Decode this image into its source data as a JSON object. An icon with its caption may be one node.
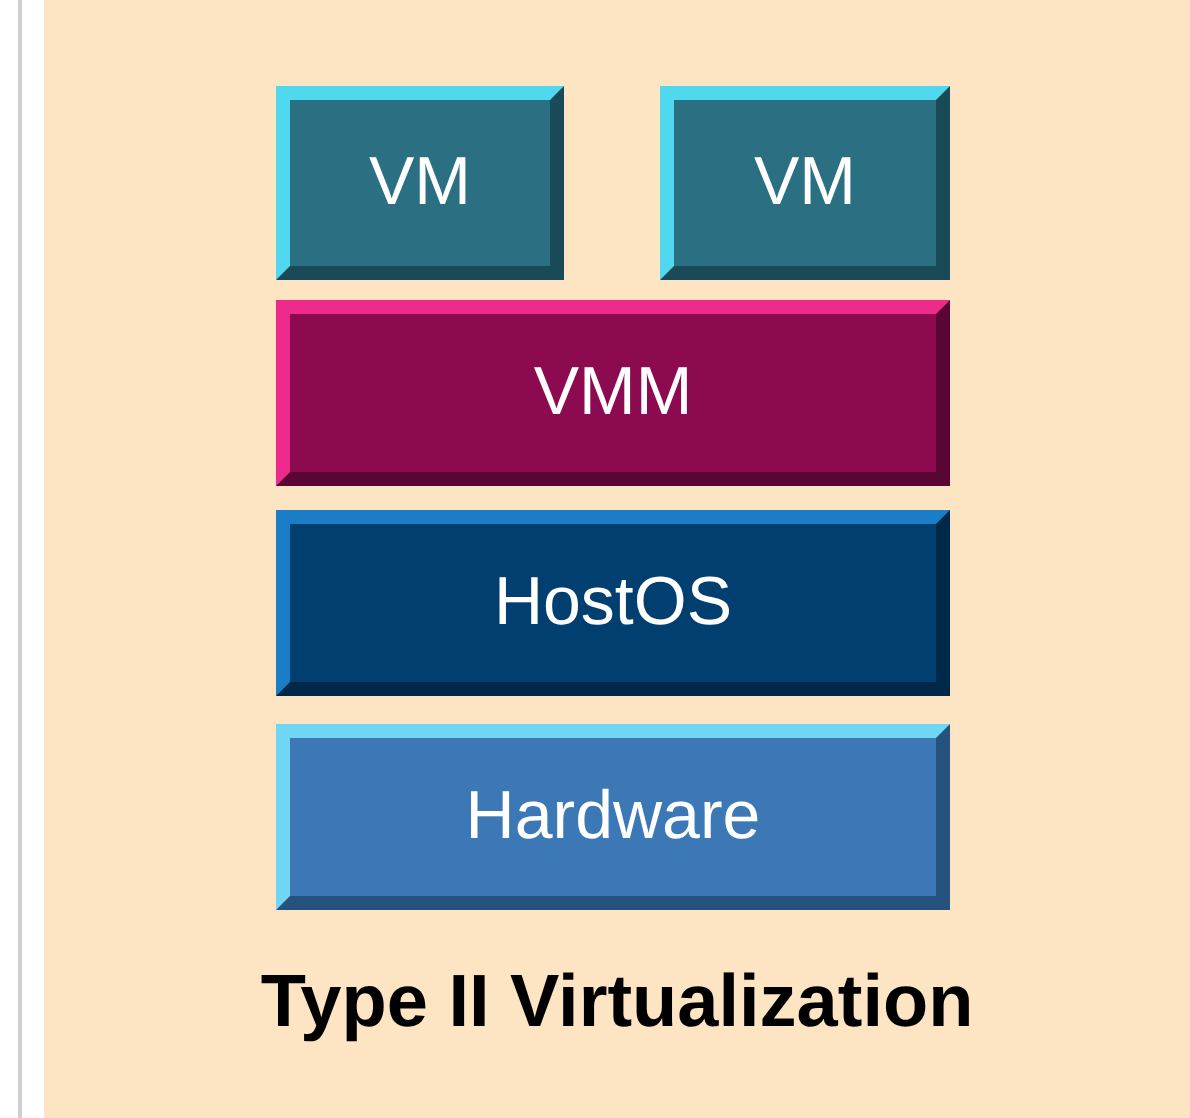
{
  "diagram": {
    "caption": "Type II Virtualization",
    "nodes": [
      {
        "text": [
          "VM"
        ]
      },
      {
        "text": [
          "VM"
        ]
      },
      {
        "text": [
          "VMM"
        ]
      },
      {
        "text": [
          "HostOS"
        ]
      },
      {
        "text": [
          "Hardware"
        ]
      }
    ]
  }
}
